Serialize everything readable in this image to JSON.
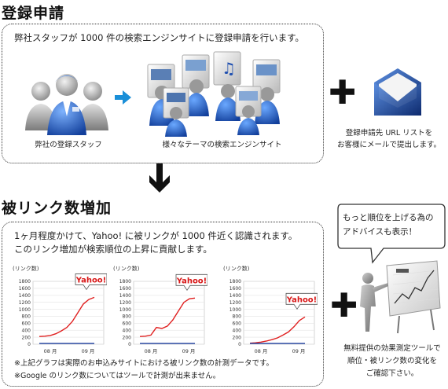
{
  "section1": {
    "title": "登録申請",
    "description": "弊社スタッフが 1000 件の検索エンジンサイトに登録申請を行います。",
    "staff_caption": "弊社の登録スタッフ",
    "engines_caption": "様々なテーマの検索エンジンサイト",
    "report_caption_1": "登録申請先 URL リストを",
    "report_caption_2": "お客様にメールで提出します。"
  },
  "section2": {
    "title": "被リンク数増加",
    "description_1": "1ヶ月程度かけて、Yahoo! に被リンクが 1000 件近く認識されます。",
    "description_2": "このリンク増加が検索順位の上昇に貢献します。",
    "note_1": "※上記グラフは実際のお申込みサイトにおける被リンク数の計測データです。",
    "note_2": "※Google のリンク数についてはツールで計測が出来ません。",
    "bubble_1": "もっと順位を上げる為の",
    "bubble_2": "アドバイスも表示！",
    "tool_caption_1": "無料提供の効果測定ツールで",
    "tool_caption_2": "順位・被リンク数の変化を",
    "tool_caption_3": "ご確認下さい。"
  },
  "colors": {
    "arrow_blue": "#1a8fd8",
    "line_red": "#e02020",
    "line_blue": "#1f3f9f",
    "bubble_red": "#d81818"
  },
  "chart_data": [
    {
      "type": "line",
      "ylabel": "(リンク数)",
      "yticks": [
        "0",
        "200",
        "400",
        "600",
        "800",
        "1000",
        "1200",
        "1400",
        "1600",
        "1800"
      ],
      "xticks": [
        "08 月",
        "09 月"
      ],
      "ylim": [
        0,
        1800
      ],
      "annotation": "Yahoo!",
      "series": [
        {
          "name": "",
          "color": "#e02020",
          "x": [
            0,
            5,
            10,
            15,
            20,
            25,
            30,
            35,
            40,
            45,
            50
          ],
          "y": [
            220,
            230,
            250,
            300,
            380,
            480,
            650,
            900,
            1150,
            1280,
            1340
          ]
        },
        {
          "name": "",
          "color": "#1f3f9f",
          "x": [
            0,
            50
          ],
          "y": [
            20,
            20
          ]
        }
      ]
    },
    {
      "type": "line",
      "ylabel": "(リンク数)",
      "yticks": [
        "0",
        "200",
        "400",
        "600",
        "800",
        "1000",
        "1200",
        "1400",
        "1600",
        "1800"
      ],
      "xticks": [
        "08 月",
        "09 月"
      ],
      "ylim": [
        0,
        1800
      ],
      "annotation": "Yahoo!",
      "series": [
        {
          "name": "",
          "color": "#e02020",
          "x": [
            0,
            5,
            10,
            15,
            20,
            25,
            30,
            35,
            40,
            45,
            50
          ],
          "y": [
            220,
            230,
            260,
            480,
            450,
            520,
            700,
            950,
            1200,
            1300,
            1320
          ]
        },
        {
          "name": "",
          "color": "#1f3f9f",
          "x": [
            0,
            50
          ],
          "y": [
            20,
            20
          ]
        }
      ]
    },
    {
      "type": "line",
      "ylabel": "(リンク数)",
      "yticks": [
        "0",
        "200",
        "400",
        "600",
        "800",
        "1000",
        "1200",
        "1400",
        "1600",
        "1800"
      ],
      "xticks": [
        "08 月",
        "09 月"
      ],
      "ylim": [
        0,
        1800
      ],
      "annotation": "Yahoo!",
      "series": [
        {
          "name": "",
          "color": "#e02020",
          "x": [
            0,
            5,
            10,
            15,
            20,
            25,
            30,
            35,
            40,
            45,
            50
          ],
          "y": [
            30,
            40,
            60,
            90,
            130,
            180,
            260,
            350,
            500,
            680,
            780
          ]
        },
        {
          "name": "",
          "color": "#1f3f9f",
          "x": [
            0,
            50
          ],
          "y": [
            20,
            20
          ]
        }
      ]
    }
  ]
}
